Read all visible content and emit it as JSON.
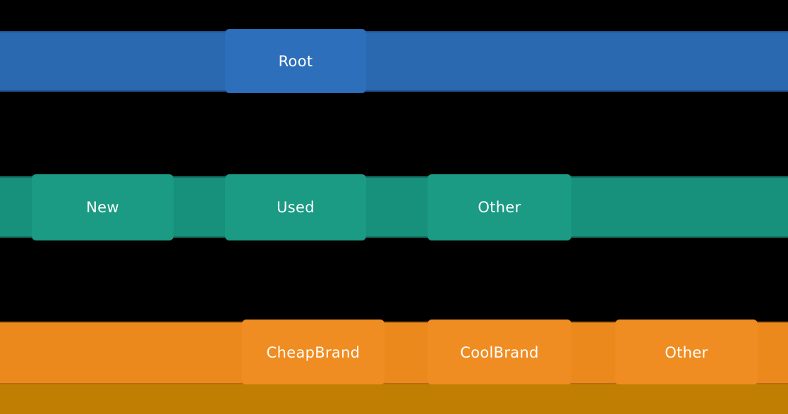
{
  "diagram": {
    "type": "tree-icicle-visualization",
    "background_color": "#000000",
    "label_color": "#ffffff",
    "footer_strip_color": "#c07f02",
    "levels": [
      {
        "depth": 0,
        "bar_color": "#2a68b0",
        "node_color": "#2d6fba",
        "nodes": [
          {
            "label": "Root"
          }
        ]
      },
      {
        "depth": 1,
        "bar_color": "#17917b",
        "node_color": "#1b9b84",
        "nodes": [
          {
            "label": "New"
          },
          {
            "label": "Used"
          },
          {
            "label": "Other"
          }
        ]
      },
      {
        "depth": 2,
        "bar_color": "#eb891c",
        "node_color": "#f08d22",
        "nodes": [
          {
            "label": "CheapBrand"
          },
          {
            "label": "CoolBrand"
          },
          {
            "label": "Other"
          }
        ]
      }
    ]
  }
}
